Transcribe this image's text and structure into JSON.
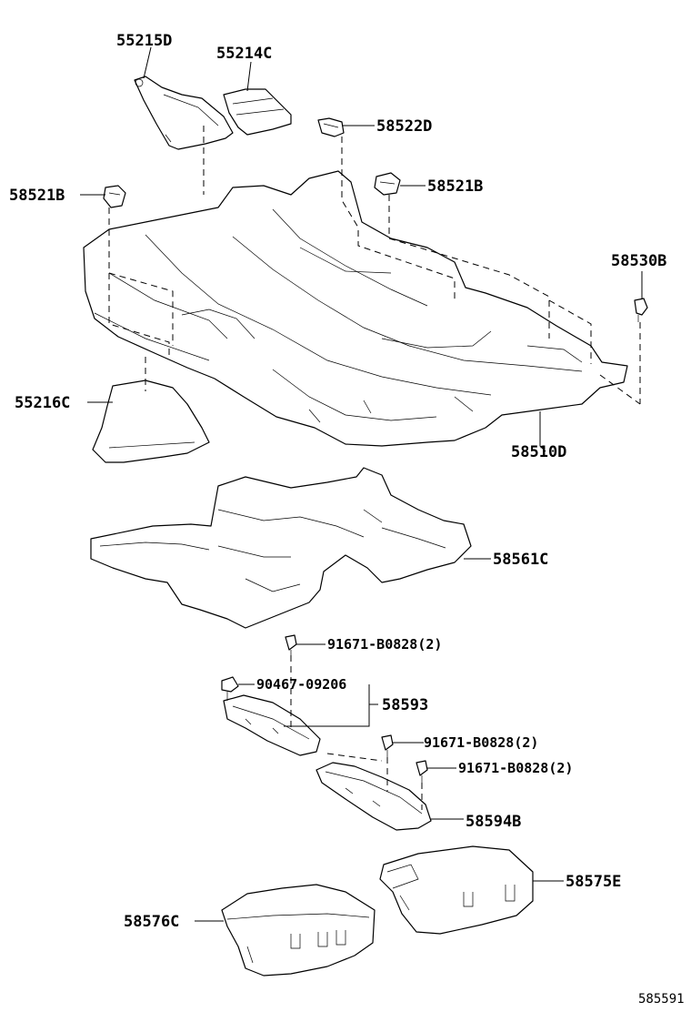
{
  "callouts": {
    "p55215D": "55215D",
    "p55214C": "55214C",
    "p58522D": "58522D",
    "p58521B_left": "58521B",
    "p58521B_right": "58521B",
    "p58530B": "58530B",
    "p55216C": "55216C",
    "p58510D": "58510D",
    "p58561C": "58561C",
    "p91671_a": "91671-B0828(2)",
    "p90467": "90467-09206",
    "p58593": "58593",
    "p91671_b": "91671-B0828(2)",
    "p91671_c": "91671-B0828(2)",
    "p58594B": "58594B",
    "p58575E": "58575E",
    "p58576C": "58576C"
  },
  "diagram_code": "585591"
}
